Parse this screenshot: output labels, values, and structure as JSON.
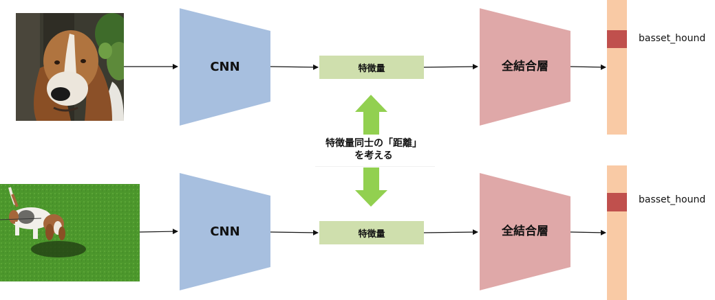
{
  "diagram": {
    "rows": [
      {
        "image": {
          "description": "close-up portrait of a basset hound face",
          "colors": {
            "bg": "#3d3a2e",
            "fur": "#a5663a",
            "white": "#efe9df",
            "foliage": "#5d8a3a"
          }
        },
        "cnn_label": "CNN",
        "feature_label": "特徴量",
        "fc_label": "全結合層",
        "output_class": "basset_hound"
      },
      {
        "image": {
          "description": "basset hound walking on a green lawn",
          "colors": {
            "grass": "#4f9a2e",
            "fur": "#a5663a",
            "white": "#f2f0ea",
            "shadow": "#1f3a12"
          }
        },
        "cnn_label": "CNN",
        "feature_label": "特徴量",
        "fc_label": "全結合層",
        "output_class": "basset_hound"
      }
    ],
    "center_annotation": {
      "line1": "特徴量同士の「距離」",
      "line2": "を考える"
    },
    "colors": {
      "cnn": "#a7bfdf",
      "feature": "#cfdfad",
      "fc": "#dfa8a8",
      "output_bar": "#f9caa5",
      "output_highlight": "#c0504d",
      "distance_arrow": "#92d050",
      "edge_arrow": "#111111"
    }
  }
}
